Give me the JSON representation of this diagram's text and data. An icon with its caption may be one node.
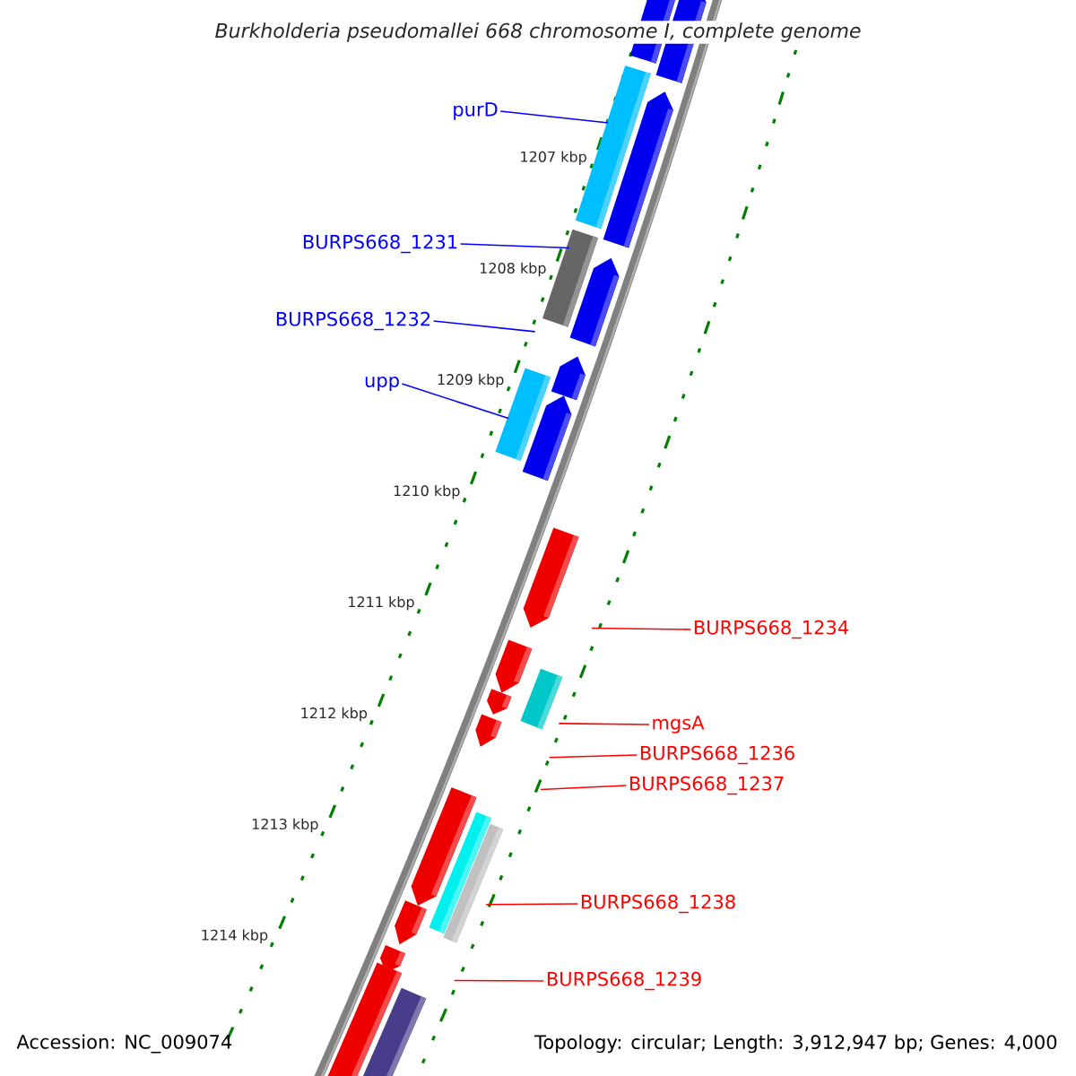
{
  "diagram": {
    "title": "Burkholderia pseudomallei 668 chromosome I, complete genome",
    "nodes": [
      {
        "text": [
          "purD"
        ]
      },
      {
        "text": [
          "BURPS668_1231"
        ]
      },
      {
        "text": [
          "BURPS668_1232"
        ]
      },
      {
        "text": [
          "upp"
        ]
      },
      {
        "text": [
          "BURPS668_1234"
        ]
      },
      {
        "text": [
          "mgsA"
        ]
      },
      {
        "text": [
          "BURPS668_1236"
        ]
      },
      {
        "text": [
          "BURPS668_1237"
        ]
      },
      {
        "text": [
          "BURPS668_1238"
        ]
      },
      {
        "text": [
          "BURPS668_1239"
        ]
      }
    ],
    "edges": [
      {
        "from": 0,
        "to": null,
        "arrow": "none",
        "color": "#0000ff"
      },
      {
        "from": 1,
        "to": null,
        "arrow": "none",
        "color": "#0000ff"
      },
      {
        "from": 2,
        "to": null,
        "arrow": "none",
        "color": "#0000ff"
      },
      {
        "from": 3,
        "to": null,
        "arrow": "none",
        "color": "#0000ff"
      },
      {
        "from": 4,
        "to": null,
        "arrow": "none",
        "color": "#ff0000"
      },
      {
        "from": 5,
        "to": null,
        "arrow": "none",
        "color": "#ff0000"
      },
      {
        "from": 6,
        "to": null,
        "arrow": "none",
        "color": "#ff0000"
      },
      {
        "from": 7,
        "to": null,
        "arrow": "none",
        "color": "#ff0000"
      },
      {
        "from": 8,
        "to": null,
        "arrow": "none",
        "color": "#ff0000"
      },
      {
        "from": 9,
        "to": null,
        "arrow": "none",
        "color": "#ff0000"
      }
    ],
    "labels": [
      "1207 kbp",
      "1208 kbp",
      "1209 kbp",
      "1210 kbp",
      "1211 kbp",
      "1212 kbp",
      "1213 kbp",
      "1214 kbp",
      "Accession: NC_009074",
      "Topology: circular; Length: 3,912,947 bp; Genes: 4,000"
    ]
  }
}
